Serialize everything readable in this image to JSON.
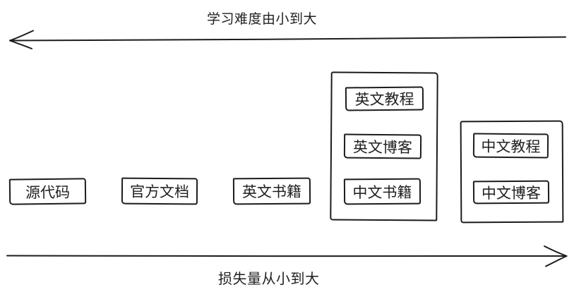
{
  "axes": {
    "top": {
      "label": "学习难度由小到大",
      "direction": "left"
    },
    "bottom": {
      "label": "损失量从小到大",
      "direction": "right"
    }
  },
  "nodes": [
    {
      "label": "源代码"
    },
    {
      "label": "官方文档"
    },
    {
      "label": "英文书籍"
    }
  ],
  "groups": [
    {
      "name": "group-1",
      "items": [
        {
          "label": "英文教程"
        },
        {
          "label": "英文博客"
        },
        {
          "label": "中文书籍"
        }
      ]
    },
    {
      "name": "group-2",
      "items": [
        {
          "label": "中文教程"
        },
        {
          "label": "中文博客"
        }
      ]
    }
  ],
  "colors": {
    "ink": "#1c1c1c",
    "background": "#ffffff"
  }
}
